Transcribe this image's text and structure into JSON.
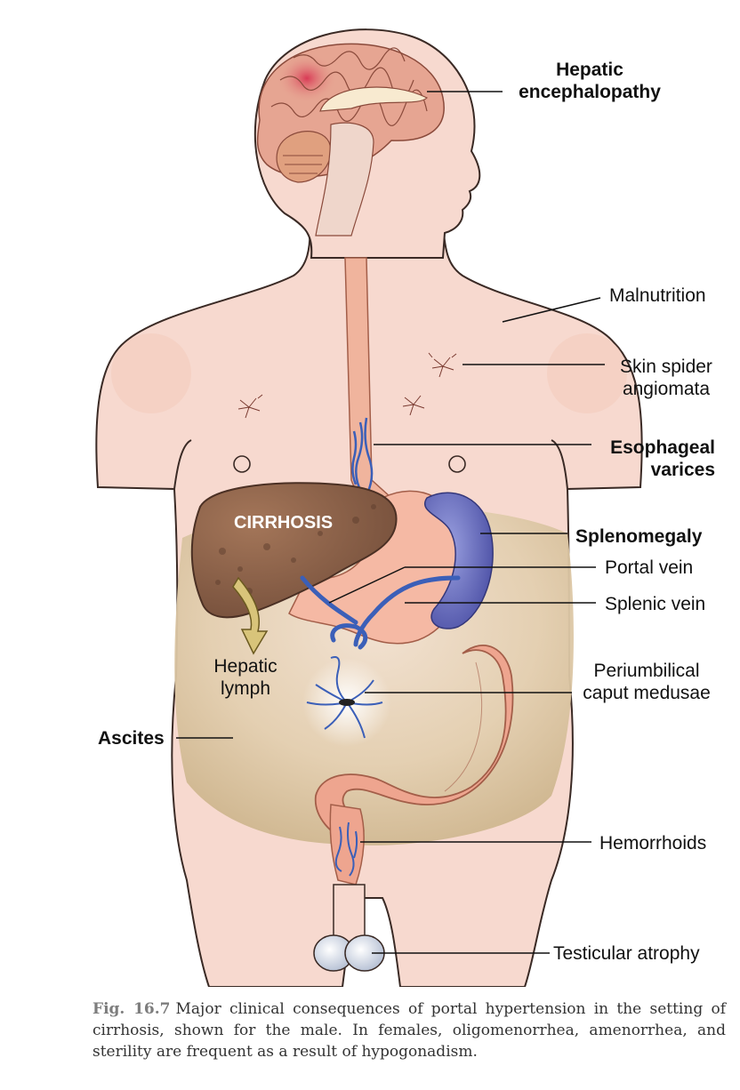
{
  "labels": {
    "hepatic_encephalopathy": "Hepatic\nencephalopathy",
    "malnutrition": "Malnutrition",
    "skin_spider_angiomata": "Skin spider\nangiomata",
    "esophageal_varices": "Esophageal\nvarices",
    "splenomegaly": "Splenomegaly",
    "portal_vein": "Portal vein",
    "splenic_vein": "Splenic vein",
    "periumbilical_caput_medusae": "Periumbilical\ncaput medusae",
    "cirrhosis": "CIRRHOSIS",
    "hepatic_lymph": "Hepatic\nlymph",
    "ascites": "Ascites",
    "hemorrhoids": "Hemorrhoids",
    "testicular_atrophy": "Testicular atrophy"
  },
  "caption": {
    "figure_number": "Fig. 16.7",
    "text": "Major clinical consequences of portal hypertension in the setting of cirrhosis, shown for the male. In females, oligomenorrhea, amenorrhea, and sterility are frequent as a result of hypogonadism."
  },
  "colors": {
    "skin": "#f7d9cf",
    "skin_shadow": "#f0c4b5",
    "skin_outline": "#3a2a25",
    "abdomen_fluid": "#d9c4a0",
    "liver": "#8a6047",
    "brain": "#e6a592",
    "spleen": "#6b6fbf",
    "veins": "#3b5fb8",
    "colon": "#eea58f",
    "esophagus": "#f0b49d",
    "stomach": "#f5b9a4"
  }
}
